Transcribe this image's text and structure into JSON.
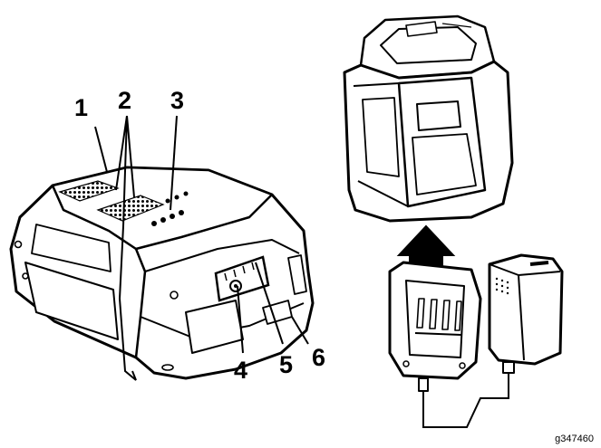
{
  "callouts": {
    "c1": "1",
    "c2": "2",
    "c3": "3",
    "c4": "4",
    "c5": "5",
    "c6": "6"
  },
  "figure_id": "g347460",
  "colors": {
    "line": "#000000",
    "body": "#ffffff",
    "arrow": "#000000"
  },
  "icons": {
    "battery": "battery-pack-icon",
    "charger": "charger-icon",
    "arrow": "up-arrow-icon"
  }
}
